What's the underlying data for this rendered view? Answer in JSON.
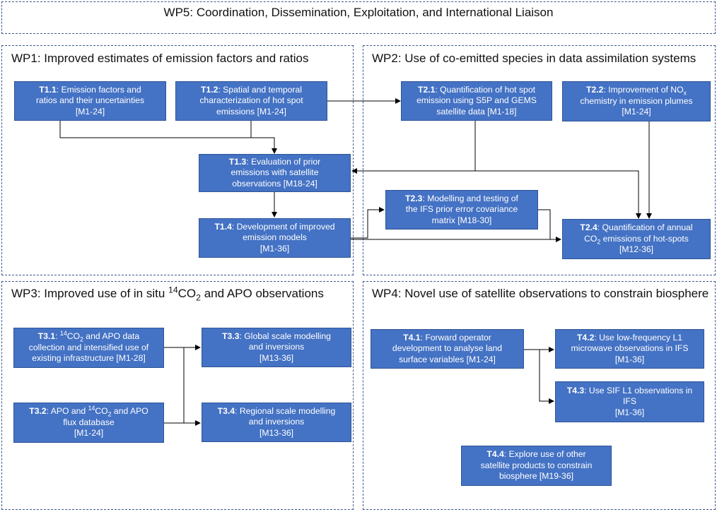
{
  "wp5": {
    "title": "WP5: Coordination, Dissemination, Exploitation, and International Liaison"
  },
  "wp1": {
    "title": "WP1: Improved estimates of emission factors and ratios",
    "t11": {
      "id": "T1.1",
      "line1": ": Emission factors and",
      "line2": "ratios and their uncertainties",
      "line3": "[M1-24]"
    },
    "t12": {
      "id": "T1.2",
      "line1": ": Spatial and temporal",
      "line2": "characterization of hot spot",
      "line3": "emissions [M1-24]"
    },
    "t13": {
      "id": "T1.3",
      "line1": ": Evaluation of prior",
      "line2": "emissions with satellite",
      "line3": "observations [M18-24]"
    },
    "t14": {
      "id": "T1.4",
      "line1": ": Development of improved",
      "line2": "emission models",
      "line3": "[M1-36]"
    }
  },
  "wp2": {
    "title": "WP2: Use of co-emitted species in data assimilation systems",
    "t21": {
      "id": "T2.1",
      "line1": ": Quantification of hot spot",
      "line2": "emission using S5P and GEMS",
      "line3": "satellite data [M1-18]"
    },
    "t22": {
      "id": "T2.2",
      "line1a": ": Improvement of NO",
      "line1sub": "x",
      "line2": "chemistry in emission plumes",
      "line3": "[M1-24]"
    },
    "t23": {
      "id": "T2.3",
      "line1": ": Modelling and testing of",
      "line2": "the IFS prior error covariance",
      "line3": "matrix [M18-30]"
    },
    "t24": {
      "id": "T2.4",
      "line1": ": Quantification of annual",
      "line2a": "CO",
      "line2sub": "2",
      "line2b": " emissions of hot-spots",
      "line3": "[M12-36]"
    }
  },
  "wp3": {
    "title_a": "WP3: Improved use of in situ ",
    "title_sup": "14",
    "title_b": "CO",
    "title_sub": "2",
    "title_c": " and APO observations",
    "t31": {
      "id": "T3.1",
      "line1a": ": ",
      "line1sup": "14",
      "line1b": "CO",
      "line1sub": "2",
      "line1c": " and APO data",
      "line2": "collection and intensified use of",
      "line3": "existing infrastructure [M1-28]"
    },
    "t32": {
      "id": "T3.2",
      "line1a": ": APO and ",
      "line1sup": "14",
      "line1b": "CO",
      "line1sub": "2",
      "line1c": " and APO",
      "line2": "flux database",
      "line3": "[M1-24]"
    },
    "t33": {
      "id": "T3.3",
      "line1": ": Global scale modelling",
      "line2": "and inversions",
      "line3": "[M13-36]"
    },
    "t34": {
      "id": "T3.4",
      "line1": ": Regional scale modelling",
      "line2": "and inversions",
      "line3": "[M13-36]"
    }
  },
  "wp4": {
    "title": "WP4: Novel use of satellite observations to constrain biosphere",
    "t41": {
      "id": "T4.1",
      "line1": ": Forward operator",
      "line2": "development to analyse land",
      "line3": "surface variables [M1-24]"
    },
    "t42": {
      "id": "T4.2",
      "line1": ": Use low-frequency L1",
      "line2": "microwave observations in IFS",
      "line3": "[M1-36]"
    },
    "t43": {
      "id": "T4.3",
      "line1": ": Use SIF L1 observations in",
      "line2": "IFS",
      "line3": "[M1-36]"
    },
    "t44": {
      "id": "T4.4",
      "line1": ": Explore use of other",
      "line2": "satellite products to constrain",
      "line3": "biosphere [M19-36]"
    }
  }
}
